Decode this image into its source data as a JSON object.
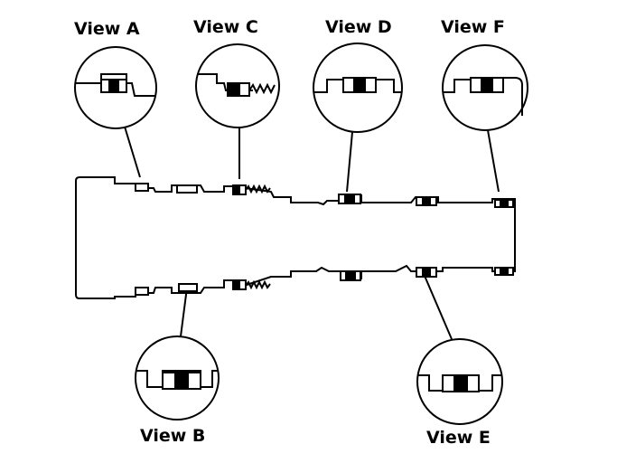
{
  "diagram": {
    "title": "Shaft seal ring locations",
    "views": [
      {
        "id": "A",
        "label": "View A"
      },
      {
        "id": "B",
        "label": "View B"
      },
      {
        "id": "C",
        "label": "View C"
      },
      {
        "id": "D",
        "label": "View D"
      },
      {
        "id": "E",
        "label": "View E"
      },
      {
        "id": "F",
        "label": "View F"
      }
    ],
    "colors": {
      "line": "#000000",
      "background": "#ffffff"
    }
  }
}
